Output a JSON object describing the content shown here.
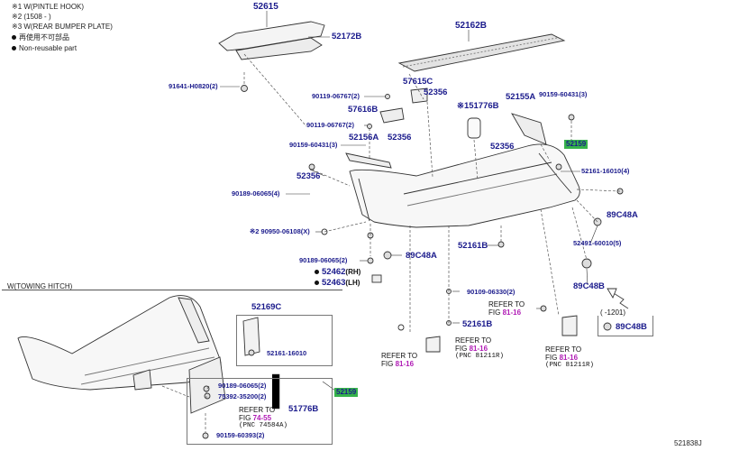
{
  "legend": {
    "note1": "※1 W(PINTLE HOOK)",
    "note2": "※2 (1508 -      )",
    "note3": "※3 W(REAR BUMPER PLATE)",
    "note4": "再使用不可部品",
    "note5": "Non-reusable part"
  },
  "towing_label": "W(TOWING HITCH)",
  "parts": {
    "p52615": "52615",
    "p52172B": "52172B",
    "p52162B": "52162B",
    "p91641": "91641-H0820",
    "p91641_qty": "(2)",
    "p57615C": "57615C",
    "p52356a": "52356",
    "p90119a": "90119-06767",
    "p90119a_qty": "(2)",
    "p57616B": "57616B",
    "p51776B_top": "※151776B",
    "p52155A": "52155A",
    "p90159top": "90159-60431",
    "p90159top_qty": "(3)",
    "p90119b": "90119-06767",
    "p90119b_qty": "(2)",
    "p52356b": "52356",
    "p52156A": "52156A",
    "p90159left": "90159-60431",
    "p90159left_qty": "(3)",
    "p52356c": "52356",
    "p52159_top": "52159",
    "p52356d": "52356",
    "p52161_16010": "52161-16010",
    "p52161_16010_qty": "(4)",
    "p90189a": "90189-06065",
    "p90189a_qty": "(4)",
    "p89C48A_right": "89C48A",
    "p90950": "※2 90950-06108",
    "p90950_qty": "(X)",
    "p52491": "52491-60010",
    "p52491_qty": "(5)",
    "p52161B_a": "52161B",
    "p90189b": "90189-06065",
    "p90189b_qty": "(2)",
    "p89C48A_mid": "89C48A",
    "p52462": "52462",
    "p52462_side": "(RH)",
    "p52463": "52463",
    "p52463_side": "(LH)",
    "p89C48B": "89C48B",
    "p90109": "90109-06330",
    "p90109_qty": "(2)",
    "p52161B_b": "52161B",
    "p52169C": "52169C",
    "p52161_box": "52161-16010",
    "p90189c": "90189-06065",
    "p90189c_qty": "(2)",
    "p75392": "75392-35200",
    "p75392_qty": "(2)",
    "p51776B_bot": "51776B",
    "p52159_bot": "52159",
    "p90159bot": "90159-60393",
    "p90159bot_qty": "(2)",
    "p89C48B_box": "89C48B",
    "range_1201": "( ‐1201)"
  },
  "refs": {
    "r1_line1": "REFER TO",
    "r1_line2": "FIG",
    "r1_fig": "81-16",
    "r2_line1": "REFER TO",
    "r2_line2": "FIG",
    "r2_fig": "81-16",
    "r2_pnc": "(PNC 81211R)",
    "r3_line1": "REFER TO",
    "r3_line2": "FIG",
    "r3_fig": "81-16",
    "r4_line1": "REFER TO",
    "r4_line2": "FIG",
    "r4_fig": "81-16",
    "r4_pnc": "(PNC 81211R)",
    "r5_line1": "REFER TO",
    "r5_line2": "FIG",
    "r5_fig": "74-55",
    "r5_pnc": "(PNC 74584A)"
  },
  "footer_code": "521838J",
  "colors": {
    "part_text": "#1b1b8c",
    "fig_ref": "#b01cb5",
    "highlight": "#36b34b"
  }
}
